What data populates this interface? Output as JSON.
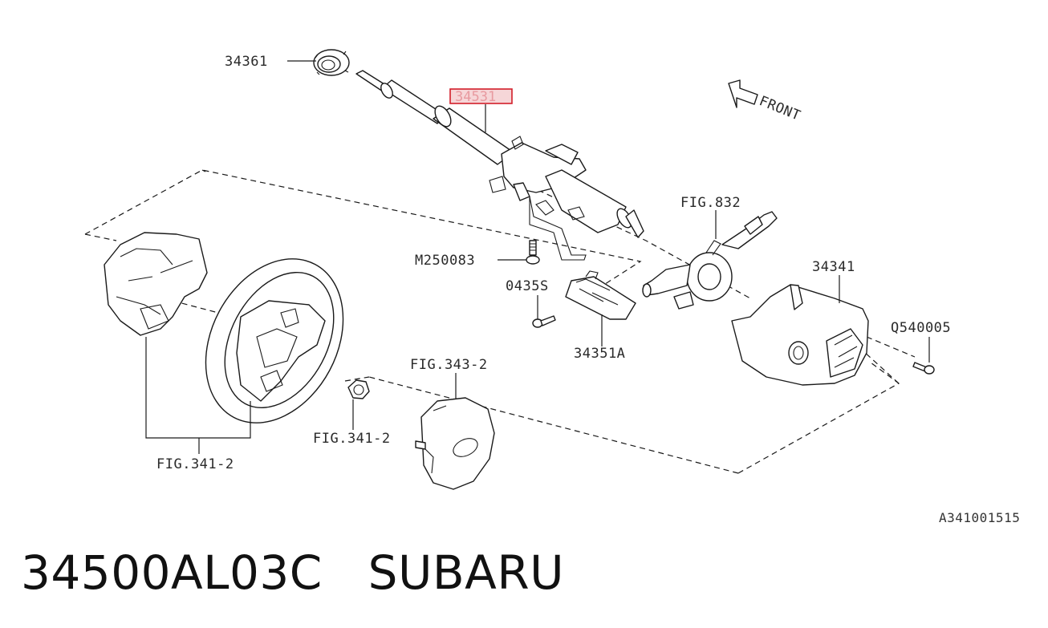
{
  "labels": {
    "part_34361": "34361",
    "part_34531": "34531",
    "front": "FRONT",
    "fig_832": "FIG.832",
    "part_34341": "34341",
    "part_q540005": "Q540005",
    "part_m250083": "M250083",
    "part_0435s": "0435S",
    "part_34351a": "34351A",
    "fig_343_2": "FIG.343-2",
    "fig_341_2_nut": "FIG.341-2",
    "fig_341_2_wheel": "FIG.341-2"
  },
  "highlight_color": "#d21e2a",
  "diagram_code": "A341001515",
  "footer": {
    "part_number": "34500AL03C",
    "brand": "SUBARU"
  }
}
